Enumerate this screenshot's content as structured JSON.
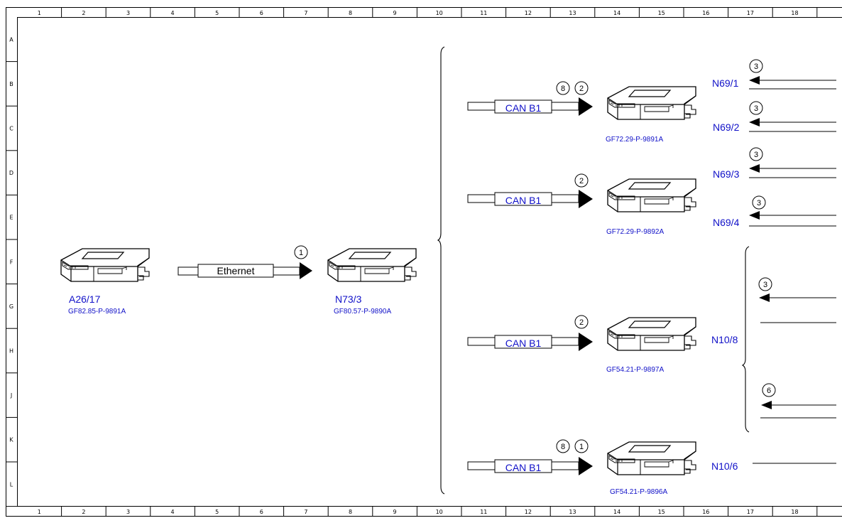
{
  "grid": {
    "columns": [
      "1",
      "2",
      "3",
      "4",
      "5",
      "6",
      "7",
      "8",
      "9",
      "10",
      "11",
      "12",
      "13",
      "14",
      "15",
      "16",
      "17",
      "18"
    ],
    "rows": [
      "A",
      "B",
      "C",
      "D",
      "E",
      "F",
      "G",
      "H",
      "J",
      "K",
      "L"
    ]
  },
  "colors": {
    "label": "#1010c8",
    "line": "#000000",
    "module_fill": "#ffffff"
  },
  "modules": {
    "a26_17": {
      "name": "A26/17",
      "code": "GF82.85-P-9891A"
    },
    "n73_3": {
      "name": "N73/3",
      "code": "GF80.57-P-9890A"
    },
    "n69_1_2": {
      "code": "GF72.29-P-9891A"
    },
    "n69_3_4": {
      "code": "GF72.29-P-9892A"
    },
    "n10_8": {
      "name": "N10/8",
      "code": "GF54.21-P-9897A"
    },
    "n10_6": {
      "name": "N10/6",
      "code": "GF54.21-P-9896A"
    }
  },
  "buses": {
    "ethernet": "Ethernet",
    "can_1": "CAN B1",
    "can_2": "CAN B1",
    "can_3": "CAN B1",
    "can_4": "CAN B1"
  },
  "right_labels": {
    "n69_1": "N69/1",
    "n69_2": "N69/2",
    "n69_3": "N69/3",
    "n69_4": "N69/4"
  },
  "callouts": {
    "eth_1": "1",
    "can1_a": "8",
    "can1_b": "2",
    "can2": "2",
    "can3": "2",
    "can4_a": "8",
    "can4_b": "1",
    "n69_1": "3",
    "n69_2": "3",
    "n69_3": "3",
    "n69_4": "3",
    "n10_8_a": "3",
    "n10_8_b": "6"
  }
}
